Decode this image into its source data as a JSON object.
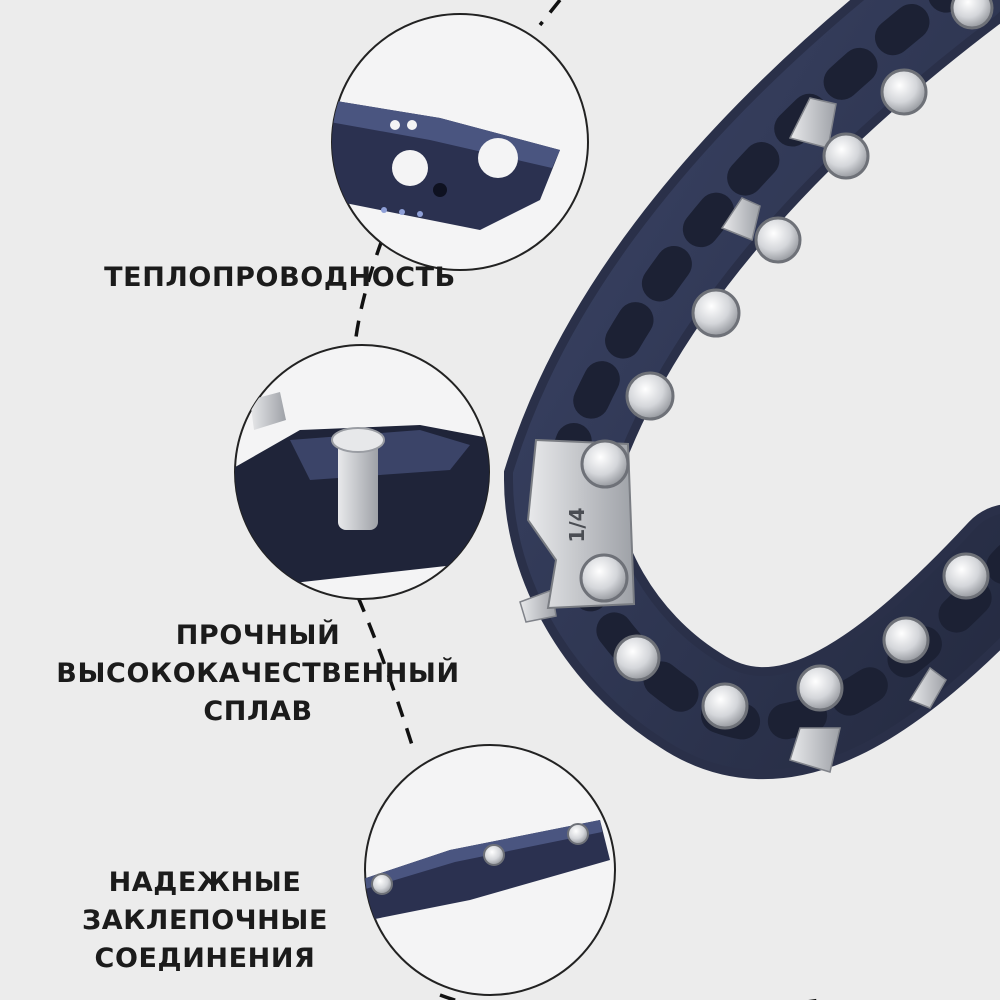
{
  "features": [
    {
      "id": "thermal",
      "lines": [
        "ТЕПЛОПРОВОДНОСТЬ"
      ]
    },
    {
      "id": "alloy",
      "lines": [
        "ПРОЧНЫЙ",
        "ВЫСОКОКАЧЕСТВЕННЫЙ",
        "СПЛАВ"
      ]
    },
    {
      "id": "rivets",
      "lines": [
        "НАДЕЖНЫЕ",
        "ЗАКЛЕПОЧНЫЕ",
        "СОЕДИНЕНИЯ"
      ]
    }
  ],
  "chain": {
    "link_marking": "1/4"
  },
  "colors": {
    "background": "#ececec",
    "chain_steel": "#2e3550",
    "rivet": "#d9dadd",
    "cutter": "#c6c8cc",
    "text": "#1b1b1b",
    "dashed_line": "#111111"
  },
  "icons": [
    "chain-link-close-up",
    "rivet-close-up",
    "rivet-joint-close-up"
  ]
}
